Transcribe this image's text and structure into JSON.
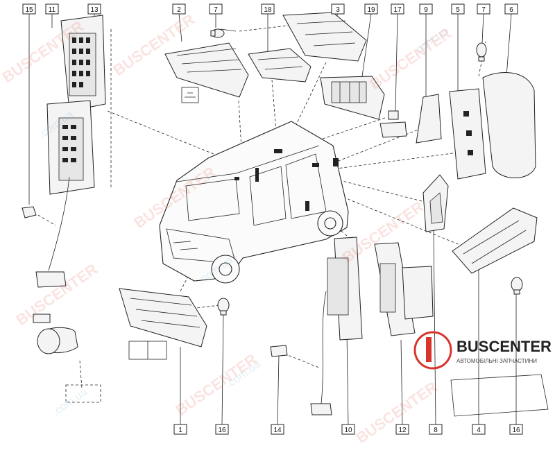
{
  "watermark": {
    "brand": "BUSCENTER",
    "domain": ".com.ua"
  },
  "logo": {
    "name": "BUSCENTER",
    "subtitle": "АВТОМОБІЛЬНІ ЗАПЧАСТИНИ"
  },
  "callouts": [
    "15",
    "11",
    "13",
    "2",
    "7",
    "18",
    "3",
    "19",
    "17",
    "9",
    "5",
    "7",
    "6",
    "1",
    "16",
    "14",
    "10",
    "12",
    "8",
    "4",
    "16"
  ]
}
